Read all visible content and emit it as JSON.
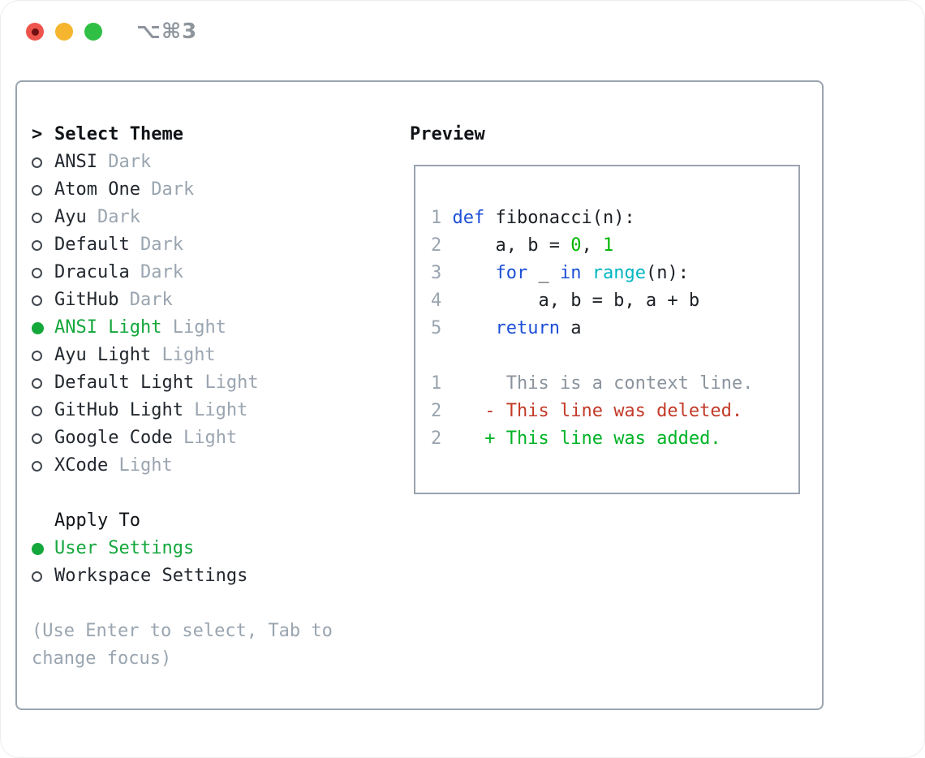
{
  "window": {
    "shortcut": "⌥⌘3"
  },
  "colors": {
    "text": "#22272e",
    "heading": "#101317",
    "muted": "#9aa5b0",
    "dimtext": "#8b949d",
    "border": "#9ba4af",
    "kw": "#1d4fd8",
    "fn": "#00b5c2",
    "num": "#00b400",
    "add": "#00b327",
    "del": "#c23a28",
    "sel": "#14a73c",
    "traffic-red": "#ee544b",
    "traffic-red-dot": "#701012",
    "traffic-yellow": "#f5b52e",
    "traffic-green": "#30bf45",
    "shortcut": "#8e959d"
  },
  "theme_picker": {
    "cursor": ">",
    "title": "Select Theme",
    "themes": [
      {
        "name": "ANSI",
        "tag": "Dark",
        "selected": false
      },
      {
        "name": "Atom One",
        "tag": "Dark",
        "selected": false
      },
      {
        "name": "Ayu",
        "tag": "Dark",
        "selected": false
      },
      {
        "name": "Default",
        "tag": "Dark",
        "selected": false
      },
      {
        "name": "Dracula",
        "tag": "Dark",
        "selected": false
      },
      {
        "name": "GitHub",
        "tag": "Dark",
        "selected": false
      },
      {
        "name": "ANSI Light",
        "tag": "Light",
        "selected": true
      },
      {
        "name": "Ayu Light",
        "tag": "Light",
        "selected": false
      },
      {
        "name": "Default Light",
        "tag": "Light",
        "selected": false
      },
      {
        "name": "GitHub Light",
        "tag": "Light",
        "selected": false
      },
      {
        "name": "Google Code",
        "tag": "Light",
        "selected": false
      },
      {
        "name": "XCode",
        "tag": "Light",
        "selected": false
      }
    ],
    "apply_to": {
      "title": "Apply To",
      "options": [
        {
          "name": "User Settings",
          "selected": true
        },
        {
          "name": "Workspace Settings",
          "selected": false
        }
      ]
    },
    "hint_lines": [
      "(Use Enter to select, Tab to",
      "change focus)"
    ]
  },
  "preview": {
    "title": "Preview",
    "lines": [
      [
        {
          "t": "1 ",
          "c": "ln"
        },
        {
          "t": "def",
          "c": "kw"
        },
        {
          "t": " fibonacci(n):",
          "c": "fg"
        }
      ],
      [
        {
          "t": "2 ",
          "c": "ln"
        },
        {
          "t": "    a, b = ",
          "c": "fg"
        },
        {
          "t": "0",
          "c": "num"
        },
        {
          "t": ", ",
          "c": "fg"
        },
        {
          "t": "1",
          "c": "num"
        }
      ],
      [
        {
          "t": "3 ",
          "c": "ln"
        },
        {
          "t": "    ",
          "c": "fg"
        },
        {
          "t": "for",
          "c": "kw"
        },
        {
          "t": " _ ",
          "c": "fg"
        },
        {
          "t": "in",
          "c": "kw"
        },
        {
          "t": " ",
          "c": "fg"
        },
        {
          "t": "range",
          "c": "fn"
        },
        {
          "t": "(n):",
          "c": "fg"
        }
      ],
      [
        {
          "t": "4 ",
          "c": "ln"
        },
        {
          "t": "        a, b = b, a + b",
          "c": "fg"
        }
      ],
      [
        {
          "t": "5 ",
          "c": "ln"
        },
        {
          "t": "    ",
          "c": "fg"
        },
        {
          "t": "return",
          "c": "kw"
        },
        {
          "t": " a",
          "c": "fg"
        }
      ],
      [],
      [
        {
          "t": "1 ",
          "c": "ln"
        },
        {
          "t": "     This is a context line.",
          "c": "dim"
        }
      ],
      [
        {
          "t": "2 ",
          "c": "ln"
        },
        {
          "t": "   ",
          "c": "fg"
        },
        {
          "t": "- This line was deleted.",
          "c": "del"
        }
      ],
      [
        {
          "t": "2 ",
          "c": "ln"
        },
        {
          "t": "   ",
          "c": "fg"
        },
        {
          "t": "+ This line was added.",
          "c": "add"
        }
      ]
    ]
  }
}
